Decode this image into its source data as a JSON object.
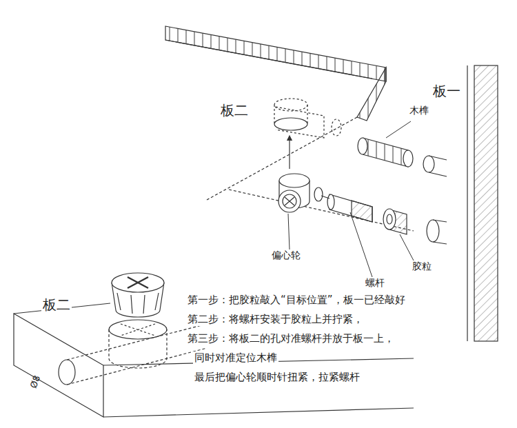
{
  "diagram": {
    "labels": [
      "板二",
      "板一",
      "木榫",
      "偏心轮",
      "螺杆",
      "胶粒",
      "板二",
      "Ø8",
      "第一步：把胶粒敲入“目标位置”，板一已经敲好",
      "第二步：将螺杆安装于胶粒上并拧紧，",
      "第三步：将板二的孔对准螺杆并放于板一上，",
      "同时对准定位木榫",
      "最后把偏心轮顺时针扭紧，拉紧螺杆"
    ]
  }
}
